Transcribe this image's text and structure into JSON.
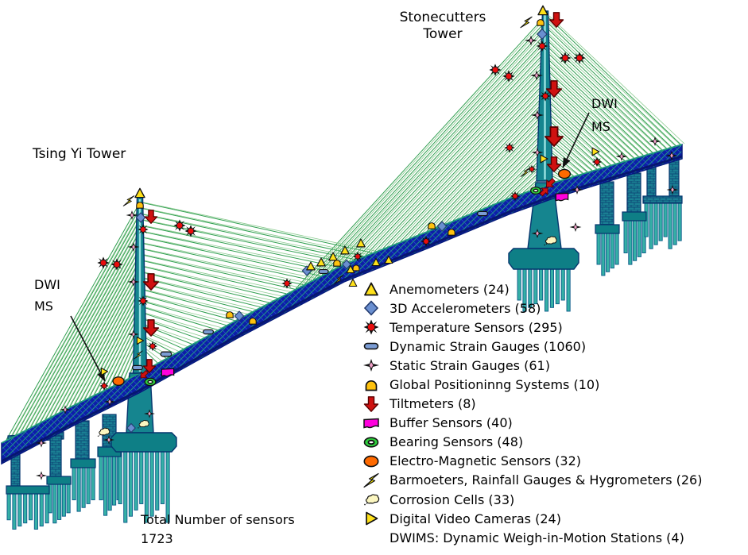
{
  "labels": {
    "stonecutters_tower_line1": "Stonecutters",
    "stonecutters_tower_line2": "Tower",
    "tsing_yi_tower": "Tsing Yi Tower",
    "dwi_ms_right_line1": "DWI",
    "dwi_ms_right_line2": "MS",
    "dwi_ms_left_line1": "DWI",
    "dwi_ms_left_line2": "MS",
    "total_line1": "Total Number of sensors",
    "total_line2": "1723"
  },
  "legend": {
    "items": [
      {
        "symbol": "anemometer",
        "label": "Anemometers (24)"
      },
      {
        "symbol": "accelerometer",
        "label": "3D Accelerometers (58)"
      },
      {
        "symbol": "temperature",
        "label": "Temperature Sensors (295)"
      },
      {
        "symbol": "dynamic",
        "label": "Dynamic Strain Gauges (1060)"
      },
      {
        "symbol": "static",
        "label": "Static Strain Gauges (61)"
      },
      {
        "symbol": "gps",
        "label": "Global Positioninng Systems (10)"
      },
      {
        "symbol": "tiltmeter",
        "label": "Tiltmeters (8)"
      },
      {
        "symbol": "buffer",
        "label": "Buffer Sensors (40)"
      },
      {
        "symbol": "bearing",
        "label": "Bearing Sensors (48)"
      },
      {
        "symbol": "electromagnetic",
        "label": "Electro-Magnetic Sensors (32)"
      },
      {
        "symbol": "barometer",
        "label": "Barmoeters, Rainfall Gauges & Hygrometers (26)"
      },
      {
        "symbol": "corrosion",
        "label": "Corrosion Cells (33)"
      },
      {
        "symbol": "camera",
        "label": "Digital Video Cameras (24)"
      },
      {
        "symbol": null,
        "label": "DWIMS: Dynamic Weigh-in-Motion Stations (4)"
      }
    ]
  },
  "colors": {
    "cable": "#2f9e4f",
    "cable_light": "#8bcb90",
    "deck": "#0c1fa6",
    "deck_mesh": "#1e9e7c",
    "structure": "#15858f",
    "pier": "#1a7f93",
    "pile": "#35b0a6",
    "outline": "#06366e",
    "anemometer": "#ffe11a",
    "accelerometer": "#6a8fd0",
    "temperature": "#e90d0d",
    "dynamic": "#7a9cd4",
    "static_center": "#f2a0c8",
    "gps": "#ffc20e",
    "tiltmeter": "#cf1110",
    "buffer": "#ff00dd",
    "bearing": "#2ece3c",
    "electromagnetic": "#ff6a00",
    "barometer": "#ffec00",
    "corrosion": "#fbf6c0"
  },
  "markers_format": [
    "type",
    "x",
    "y",
    "size",
    "rotation"
  ],
  "markers": [
    [
      "anemometer",
      683,
      13,
      15
    ],
    [
      "barometer",
      662,
      28,
      16
    ],
    [
      "gps",
      680,
      28,
      13
    ],
    [
      "tiltmeter",
      700,
      25,
      20
    ],
    [
      "accelerometer",
      682,
      43,
      15
    ],
    [
      "static",
      668,
      51,
      16
    ],
    [
      "temperature",
      682,
      58,
      15
    ],
    [
      "temperature",
      711,
      73,
      16
    ],
    [
      "temperature",
      729,
      73,
      16
    ],
    [
      "temperature",
      623,
      88,
      16
    ],
    [
      "temperature",
      640,
      96,
      16
    ],
    [
      "static",
      675,
      95,
      16
    ],
    [
      "tiltmeter",
      697,
      112,
      22
    ],
    [
      "temperature",
      686,
      121,
      14
    ],
    [
      "static",
      676,
      145,
      16
    ],
    [
      "tiltmeter",
      697,
      172,
      26
    ],
    [
      "temperature",
      641,
      186,
      14
    ],
    [
      "static",
      676,
      192,
      15
    ],
    [
      "camera",
      684,
      200,
      13
    ],
    [
      "tiltmeter",
      697,
      207,
      20
    ],
    [
      "barometer",
      661,
      217,
      13
    ],
    [
      "temperature",
      669,
      213,
      11
    ],
    [
      "electromagnetic",
      710,
      219,
      17
    ],
    [
      "bearing",
      674,
      240,
      15
    ],
    [
      "buffer",
      707,
      248,
      17
    ],
    [
      "tiltmeter",
      692,
      231,
      14,
      45
    ],
    [
      "tiltmeter",
      685,
      241,
      13,
      -135
    ],
    [
      "camera",
      749,
      191,
      13
    ],
    [
      "temperature",
      751,
      204,
      13
    ],
    [
      "static",
      782,
      197,
      15
    ],
    [
      "static",
      824,
      178,
      15
    ],
    [
      "static",
      845,
      196,
      15
    ],
    [
      "static",
      846,
      239,
      15
    ],
    [
      "static",
      726,
      239,
      15
    ],
    [
      "static",
      724,
      286,
      15
    ],
    [
      "corrosion",
      692,
      303,
      17
    ],
    [
      "static",
      676,
      294,
      15
    ],
    [
      "temperature",
      648,
      247,
      13
    ],
    [
      "anemometer",
      176,
      243,
      15
    ],
    [
      "barometer",
      162,
      253,
      15
    ],
    [
      "gps",
      176,
      258,
      13
    ],
    [
      "static",
      166,
      271,
      15
    ],
    [
      "accelerometer",
      177,
      274,
      14
    ],
    [
      "tiltmeter",
      190,
      273,
      18
    ],
    [
      "temperature",
      180,
      289,
      14
    ],
    [
      "temperature",
      226,
      284,
      16
    ],
    [
      "temperature",
      240,
      291,
      16
    ],
    [
      "static",
      168,
      311,
      15
    ],
    [
      "temperature",
      130,
      331,
      16
    ],
    [
      "temperature",
      147,
      333,
      16
    ],
    [
      "static",
      168,
      355,
      15
    ],
    [
      "tiltmeter",
      190,
      355,
      22
    ],
    [
      "temperature",
      180,
      379,
      14
    ],
    [
      "tiltmeter",
      190,
      413,
      22
    ],
    [
      "static",
      168,
      421,
      14
    ],
    [
      "camera",
      176,
      429,
      12
    ],
    [
      "temperature",
      192,
      436,
      13
    ],
    [
      "barometer",
      174,
      447,
      12
    ],
    [
      "dynamic",
      209,
      446,
      16
    ],
    [
      "dynamic",
      173,
      463,
      15
    ],
    [
      "tiltmeter",
      188,
      461,
      18
    ],
    [
      "tiltmeter",
      181,
      472,
      12,
      45
    ],
    [
      "bearing",
      189,
      481,
      16
    ],
    [
      "buffer",
      211,
      469,
      17
    ],
    [
      "camera",
      131,
      468,
      12
    ],
    [
      "temperature",
      131,
      486,
      12
    ],
    [
      "electromagnetic",
      149,
      480,
      16
    ],
    [
      "static",
      82,
      516,
      14
    ],
    [
      "static",
      138,
      506,
      14
    ],
    [
      "static",
      52,
      558,
      14
    ],
    [
      "static",
      52,
      599,
      14
    ],
    [
      "static",
      137,
      554,
      14
    ],
    [
      "corrosion",
      130,
      544,
      16
    ],
    [
      "corrosion",
      180,
      534,
      15
    ],
    [
      "accelerometer",
      165,
      539,
      13
    ],
    [
      "static",
      188,
      521,
      14
    ],
    [
      "gps",
      289,
      396,
      13
    ],
    [
      "accelerometer",
      301,
      398,
      14
    ],
    [
      "gps",
      318,
      404,
      13
    ],
    [
      "dynamic",
      262,
      418,
      15
    ],
    [
      "temperature",
      361,
      357,
      14
    ],
    [
      "accelerometer",
      386,
      341,
      14
    ],
    [
      "anemometer",
      391,
      335,
      13
    ],
    [
      "dynamic",
      407,
      342,
      14
    ],
    [
      "anemometer",
      404,
      330,
      13
    ],
    [
      "anemometer",
      419,
      323,
      13
    ],
    [
      "gps",
      424,
      331,
      13
    ],
    [
      "anemometer",
      434,
      315,
      13
    ],
    [
      "accelerometer",
      436,
      333,
      13
    ],
    [
      "anemometer",
      454,
      306,
      13
    ],
    [
      "temperature",
      450,
      323,
      13
    ],
    [
      "gps",
      448,
      337,
      12
    ],
    [
      "anemometer",
      441,
      339,
      12
    ],
    [
      "barometer",
      426,
      352,
      13
    ],
    [
      "anemometer",
      444,
      356,
      12
    ],
    [
      "anemometer",
      473,
      330,
      12
    ],
    [
      "anemometer",
      489,
      327,
      12
    ],
    [
      "temperature",
      536,
      304,
      14
    ],
    [
      "gps",
      543,
      284,
      13
    ],
    [
      "accelerometer",
      556,
      285,
      14
    ],
    [
      "gps",
      568,
      292,
      13
    ],
    [
      "dynamic",
      607,
      269,
      15
    ]
  ]
}
